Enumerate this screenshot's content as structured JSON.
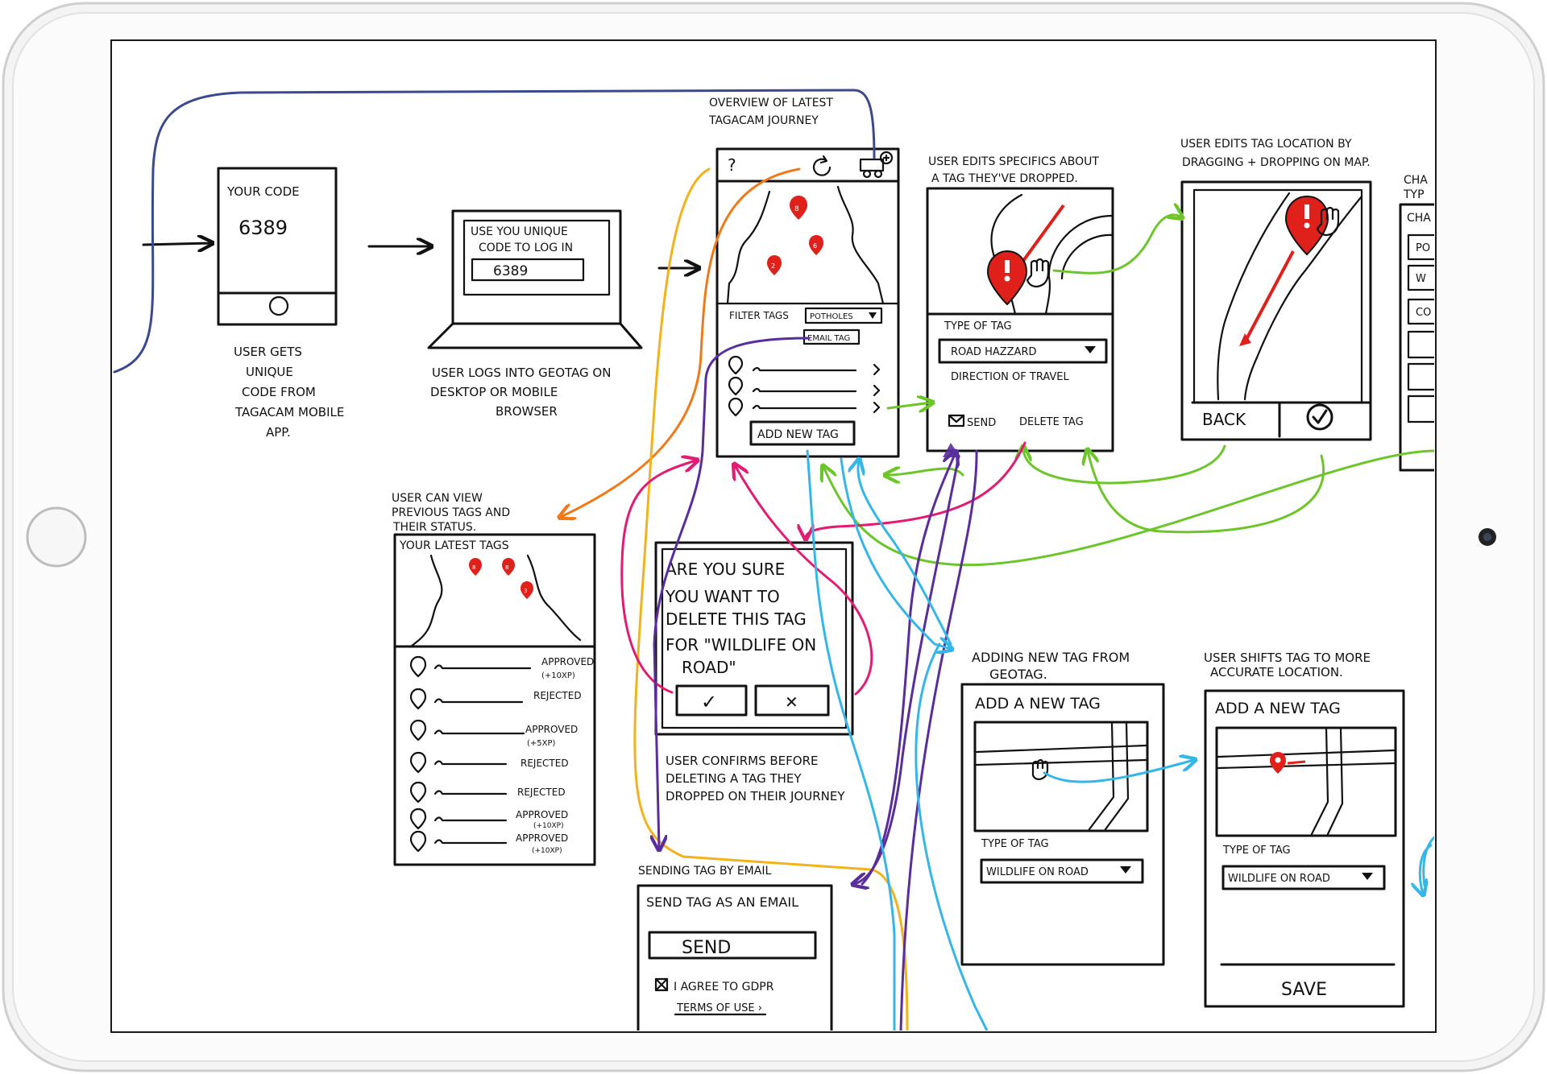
{
  "device": {
    "frame": "tablet-landscape",
    "frame_color": "#e9e9e9"
  },
  "colors": {
    "ink": "#111111",
    "pin": "#e0211b",
    "flow_navy": "#3b4a8e",
    "flow_orange": "#f07a1a",
    "flow_yellow": "#f2b21b",
    "flow_green": "#6cc62a",
    "flow_magenta": "#e21b73",
    "flow_purple": "#5a2d9c",
    "flow_cyan": "#35b6e8"
  },
  "screens": {
    "mobile_code": {
      "title": "YOUR CODE",
      "code": "6389",
      "caption": [
        "USER GETS",
        "UNIQUE",
        "CODE FROM",
        "TAGACAM MOBILE",
        "APP."
      ]
    },
    "laptop_login": {
      "prompt": [
        "USE YOU UNIQUE",
        "CODE TO LOG IN"
      ],
      "code": "6389",
      "caption": [
        "USER LOGS INTO GEOTAG ON",
        "DESKTOP OR MOBILE",
        "BROWSER"
      ]
    },
    "overview": {
      "caption": [
        "OVERVIEW OF LATEST",
        "TAGACAM JOURNEY"
      ],
      "help_label": "?",
      "pin_numbers": [
        "8",
        "6",
        "2"
      ],
      "filter_label": "FILTER TAGS",
      "filter_value": "POTHOLES",
      "email_tag_label": "EMAIL TAG",
      "add_button": "ADD NEW TAG"
    },
    "edit_tag": {
      "caption": [
        "USER EDITS SPECIFICS ABOUT",
        "A TAG THEY'VE DROPPED."
      ],
      "type_label": "TYPE OF TAG",
      "type_value": "ROAD HAZZARD",
      "direction_label": "DIRECTION OF TRAVEL",
      "send_label": "SEND",
      "delete_label": "DELETE TAG"
    },
    "edit_location": {
      "caption": [
        "USER EDITS TAG LOCATION BY",
        "DRAGGING + DROPPING ON MAP."
      ],
      "back_label": "BACK",
      "confirm_icon": "check-circle-icon"
    },
    "partial_right": {
      "caption": [
        "CHA",
        "TYP"
      ],
      "rows": [
        "CHA",
        "PO",
        "W",
        "CO"
      ]
    },
    "latest_tags": {
      "caption": [
        "USER CAN VIEW",
        "PREVIOUS TAGS AND",
        "THEIR STATUS."
      ],
      "title": "YOUR LATEST TAGS",
      "pin_numbers": [
        "8",
        "8",
        "3"
      ],
      "statuses": [
        {
          "label": "APPROVED",
          "sub": "(+10XP)"
        },
        {
          "label": "REJECTED",
          "sub": ""
        },
        {
          "label": "APPROVED",
          "sub": "(+5XP)"
        },
        {
          "label": "REJECTED",
          "sub": ""
        },
        {
          "label": "REJECTED",
          "sub": ""
        },
        {
          "label": "APPROVED",
          "sub": "(+10XP)"
        },
        {
          "label": "APPROVED",
          "sub": "(+10XP)"
        }
      ]
    },
    "delete_confirm": {
      "message": [
        "ARE YOU SURE",
        "YOU WANT TO",
        "DELETE THIS TAG",
        "FOR \"WILDLIFE ON",
        "ROAD\""
      ],
      "confirm_glyph": "✓",
      "cancel_glyph": "✕",
      "caption": [
        "USER CONFIRMS BEFORE",
        "DELETING A TAG THEY",
        "DROPPED ON THEIR JOURNEY"
      ]
    },
    "send_email": {
      "caption": "SENDING TAG BY EMAIL",
      "title": "SEND TAG AS AN EMAIL",
      "send_label": "SEND",
      "agree_label": "I AGREE TO GDPR",
      "terms_label": "TERMS OF USE ›"
    },
    "add_tag": {
      "caption": [
        "ADDING NEW TAG FROM",
        "GEOTAG."
      ],
      "title": "ADD A NEW TAG",
      "type_label": "TYPE OF TAG",
      "type_value": "WILDLIFE ON ROAD"
    },
    "shift_tag": {
      "caption": [
        "USER SHIFTS TAG TO MORE",
        "ACCURATE LOCATION."
      ],
      "title": "ADD A NEW TAG",
      "type_label": "TYPE OF TAG",
      "type_value": "WILDLIFE ON ROAD",
      "save_label": "SAVE"
    }
  }
}
